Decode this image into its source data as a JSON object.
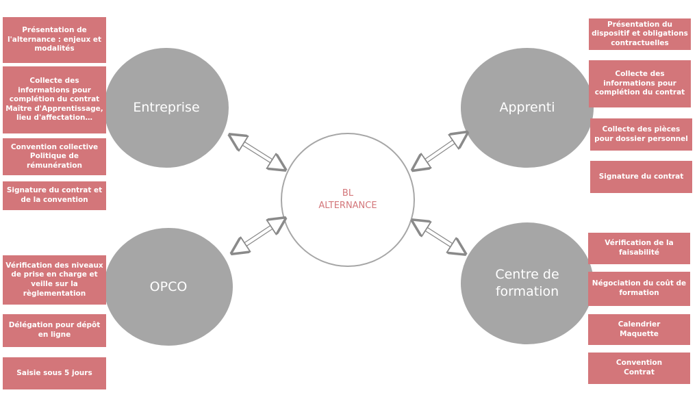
{
  "center": "BL\nALTERNANCE",
  "entreprise": {
    "label": "Entreprise",
    "items": [
      "Présentation  de l'alternance : enjeux et modalités",
      "Collecte des informations pour complétion du contrat Maître d'Apprentissage, lieu d'affectation…",
      "Convention collective\nPolitique de rémunération",
      "Signature du contrat et de la convention"
    ]
  },
  "opco": {
    "label": "OPCO",
    "items": [
      "Vérification des niveaux de prise en charge et veille sur la règlementation",
      "Délégation pour dépôt en ligne",
      "Saisie sous 5 jours"
    ]
  },
  "apprenti": {
    "label": "Apprenti",
    "items": [
      "Présentation du dispositif et obligations contractuelles",
      "Collecte des informations pour complétion du contrat",
      "Collecte des pièces pour dossier personnel",
      "Signature du contrat"
    ]
  },
  "centre": {
    "label": "Centre de\nformation",
    "items": [
      "Vérification de la faisabilité",
      "Négociation du coût de formation",
      "Calendrier\nMaquette",
      "Convention\nContrat"
    ]
  },
  "colors": {
    "box": "#d3767a",
    "circle": "#a6a6a6"
  }
}
